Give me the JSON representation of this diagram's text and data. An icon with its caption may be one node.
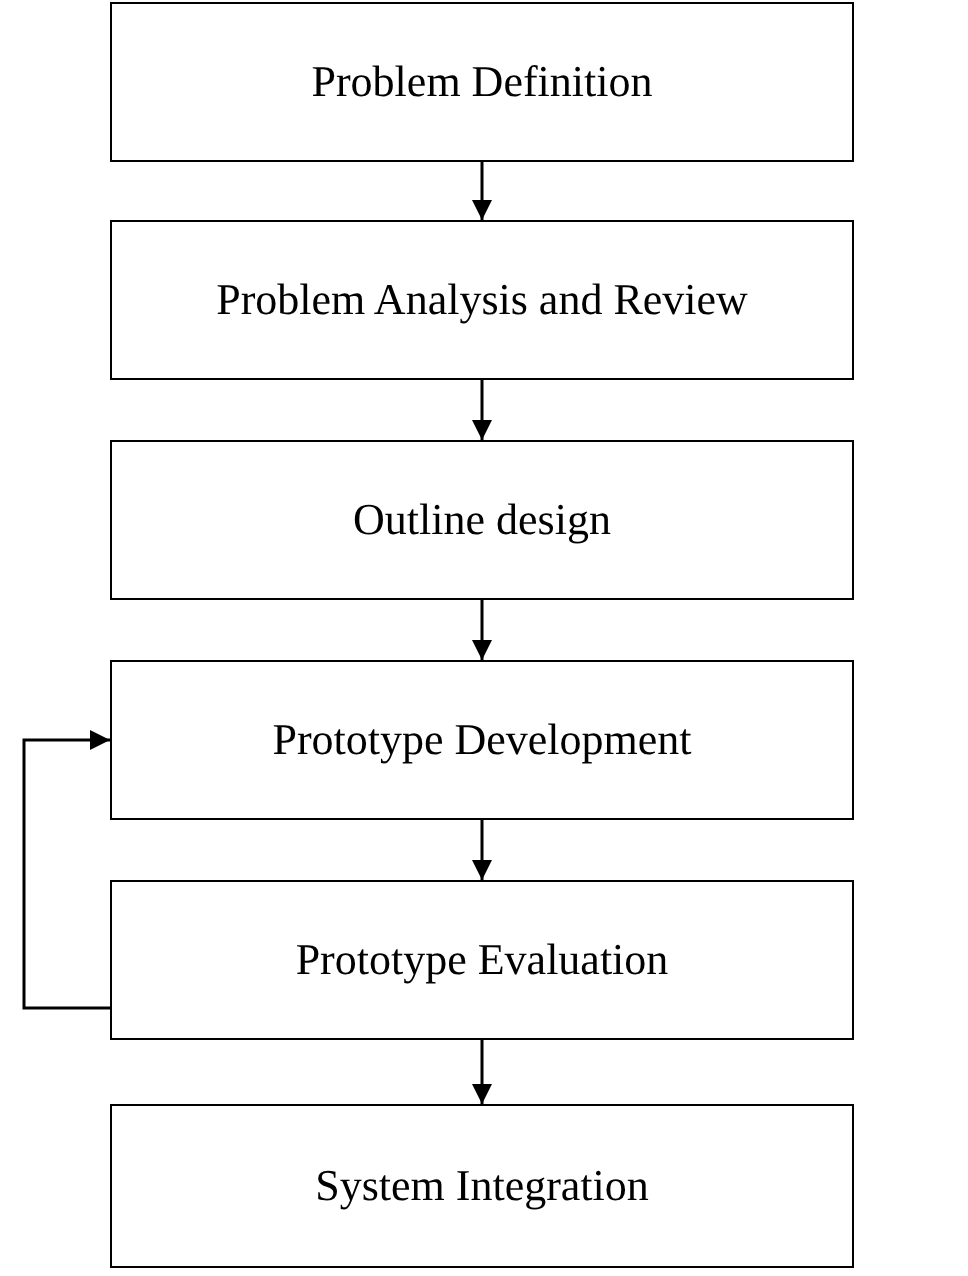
{
  "diagram": {
    "nodes": [
      {
        "text": [
          "Problem Definition"
        ]
      },
      {
        "text": [
          "Problem Analysis and Review"
        ]
      },
      {
        "text": [
          "Outline design"
        ]
      },
      {
        "text": [
          "Prototype Development"
        ]
      },
      {
        "text": [
          "Prototype Evaluation"
        ]
      },
      {
        "text": [
          "System Integration"
        ]
      }
    ],
    "edges": [
      {
        "from": 0,
        "to": 1,
        "arrow": "to"
      },
      {
        "from": 1,
        "to": 2,
        "arrow": "to"
      },
      {
        "from": 2,
        "to": 3,
        "arrow": "to"
      },
      {
        "from": 3,
        "to": 4,
        "arrow": "to"
      },
      {
        "from": 4,
        "to": 5,
        "arrow": "to"
      },
      {
        "from": 4,
        "to": 3,
        "arrow": "to"
      }
    ]
  }
}
